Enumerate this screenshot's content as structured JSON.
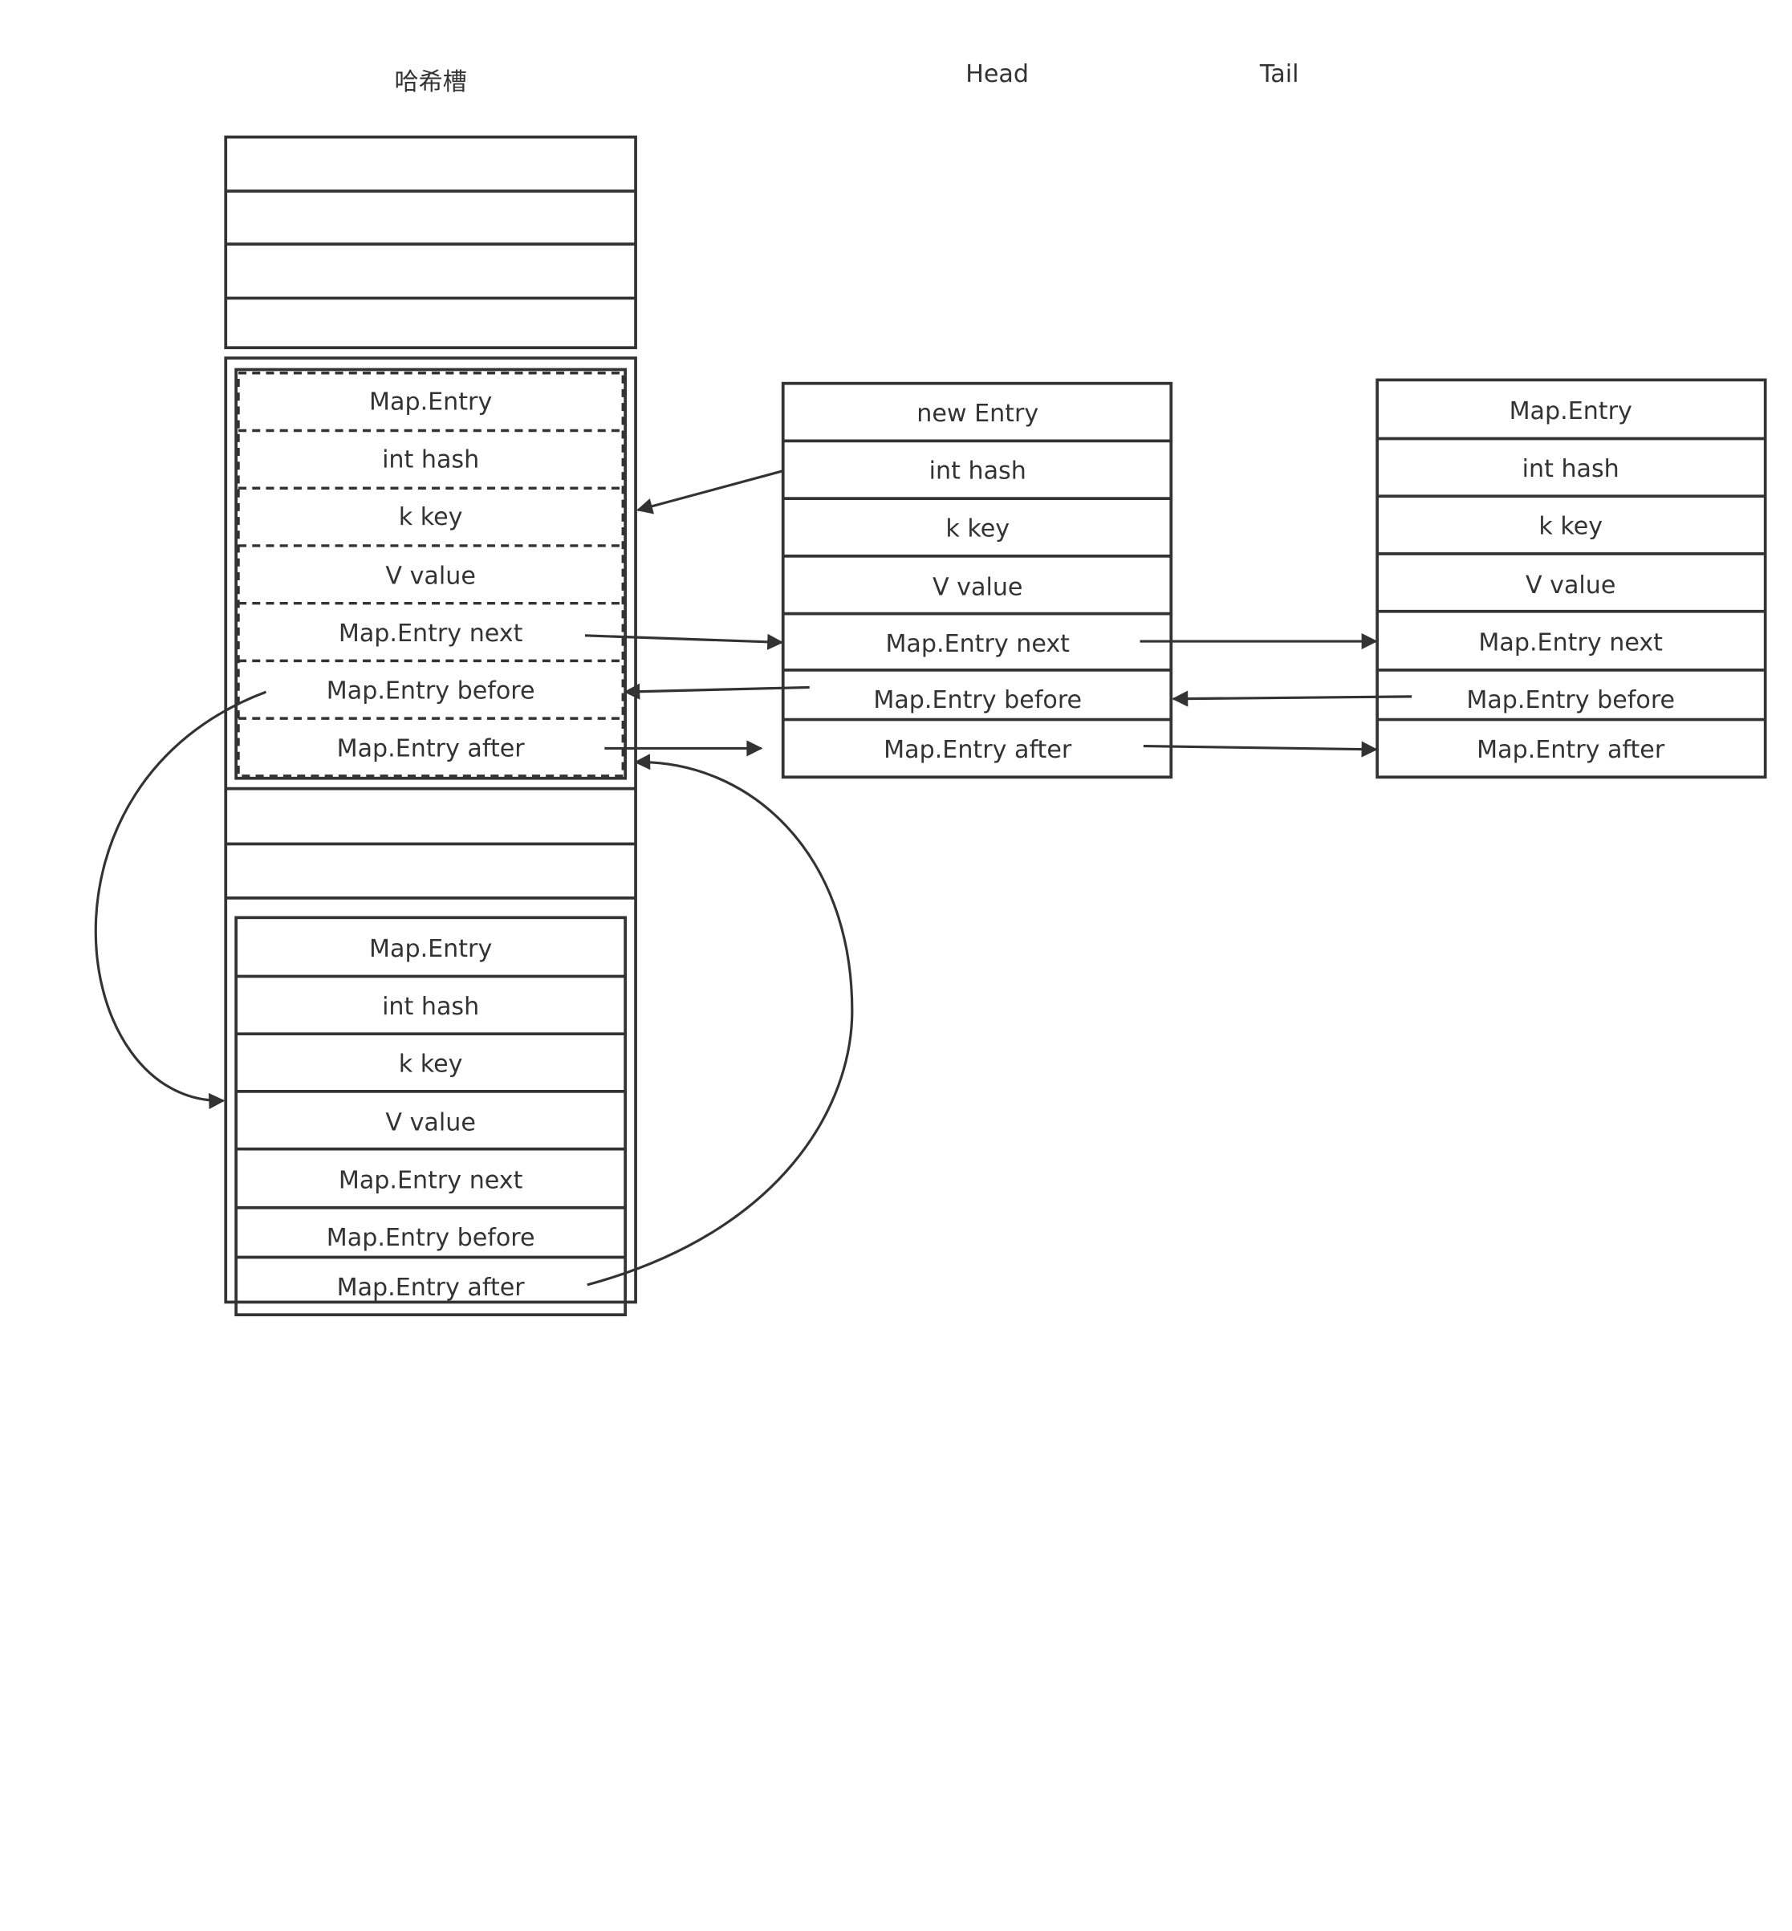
{
  "headers": {
    "slots": "哈希槽",
    "head": "Head",
    "tail": "Tail"
  },
  "slot_entry": {
    "fields": [
      "Map.Entry",
      "int hash",
      "k key",
      "V value",
      "Map.Entry next",
      "Map.Entry before",
      "Map.Entry after"
    ]
  },
  "lower_entry": {
    "fields": [
      "Map.Entry",
      "int hash",
      "k key",
      "V value",
      "Map.Entry next",
      "Map.Entry before",
      "Map.Entry after"
    ]
  },
  "head_entry": {
    "fields": [
      "new Entry",
      "int hash",
      "k key",
      "V value",
      "Map.Entry next",
      "Map.Entry before",
      "Map.Entry after"
    ]
  },
  "tail_entry": {
    "fields": [
      "Map.Entry",
      "int hash",
      "k key",
      "V value",
      "Map.Entry next",
      "Map.Entry before",
      "Map.Entry after"
    ]
  },
  "colors": {
    "stroke": "#333333",
    "background": "#ffffff"
  }
}
